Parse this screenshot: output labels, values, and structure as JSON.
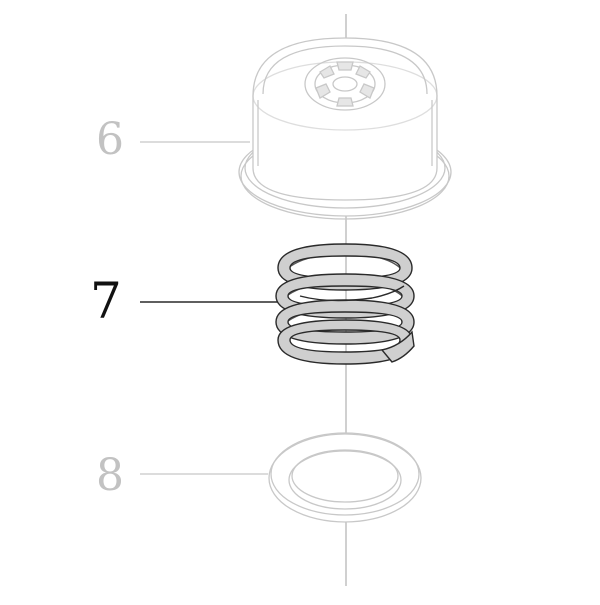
{
  "parts": [
    {
      "number": "6",
      "name": "cap",
      "highlighted": false
    },
    {
      "number": "7",
      "name": "spring",
      "highlighted": true
    },
    {
      "number": "8",
      "name": "washer",
      "highlighted": false
    }
  ],
  "colors": {
    "faded_line": "#c8c8c8",
    "faded_label": "#c2c2c2",
    "highlight_line": "#2a2a2a",
    "highlight_fill": "#cfcfcf",
    "axis": "#b0b0b0"
  }
}
